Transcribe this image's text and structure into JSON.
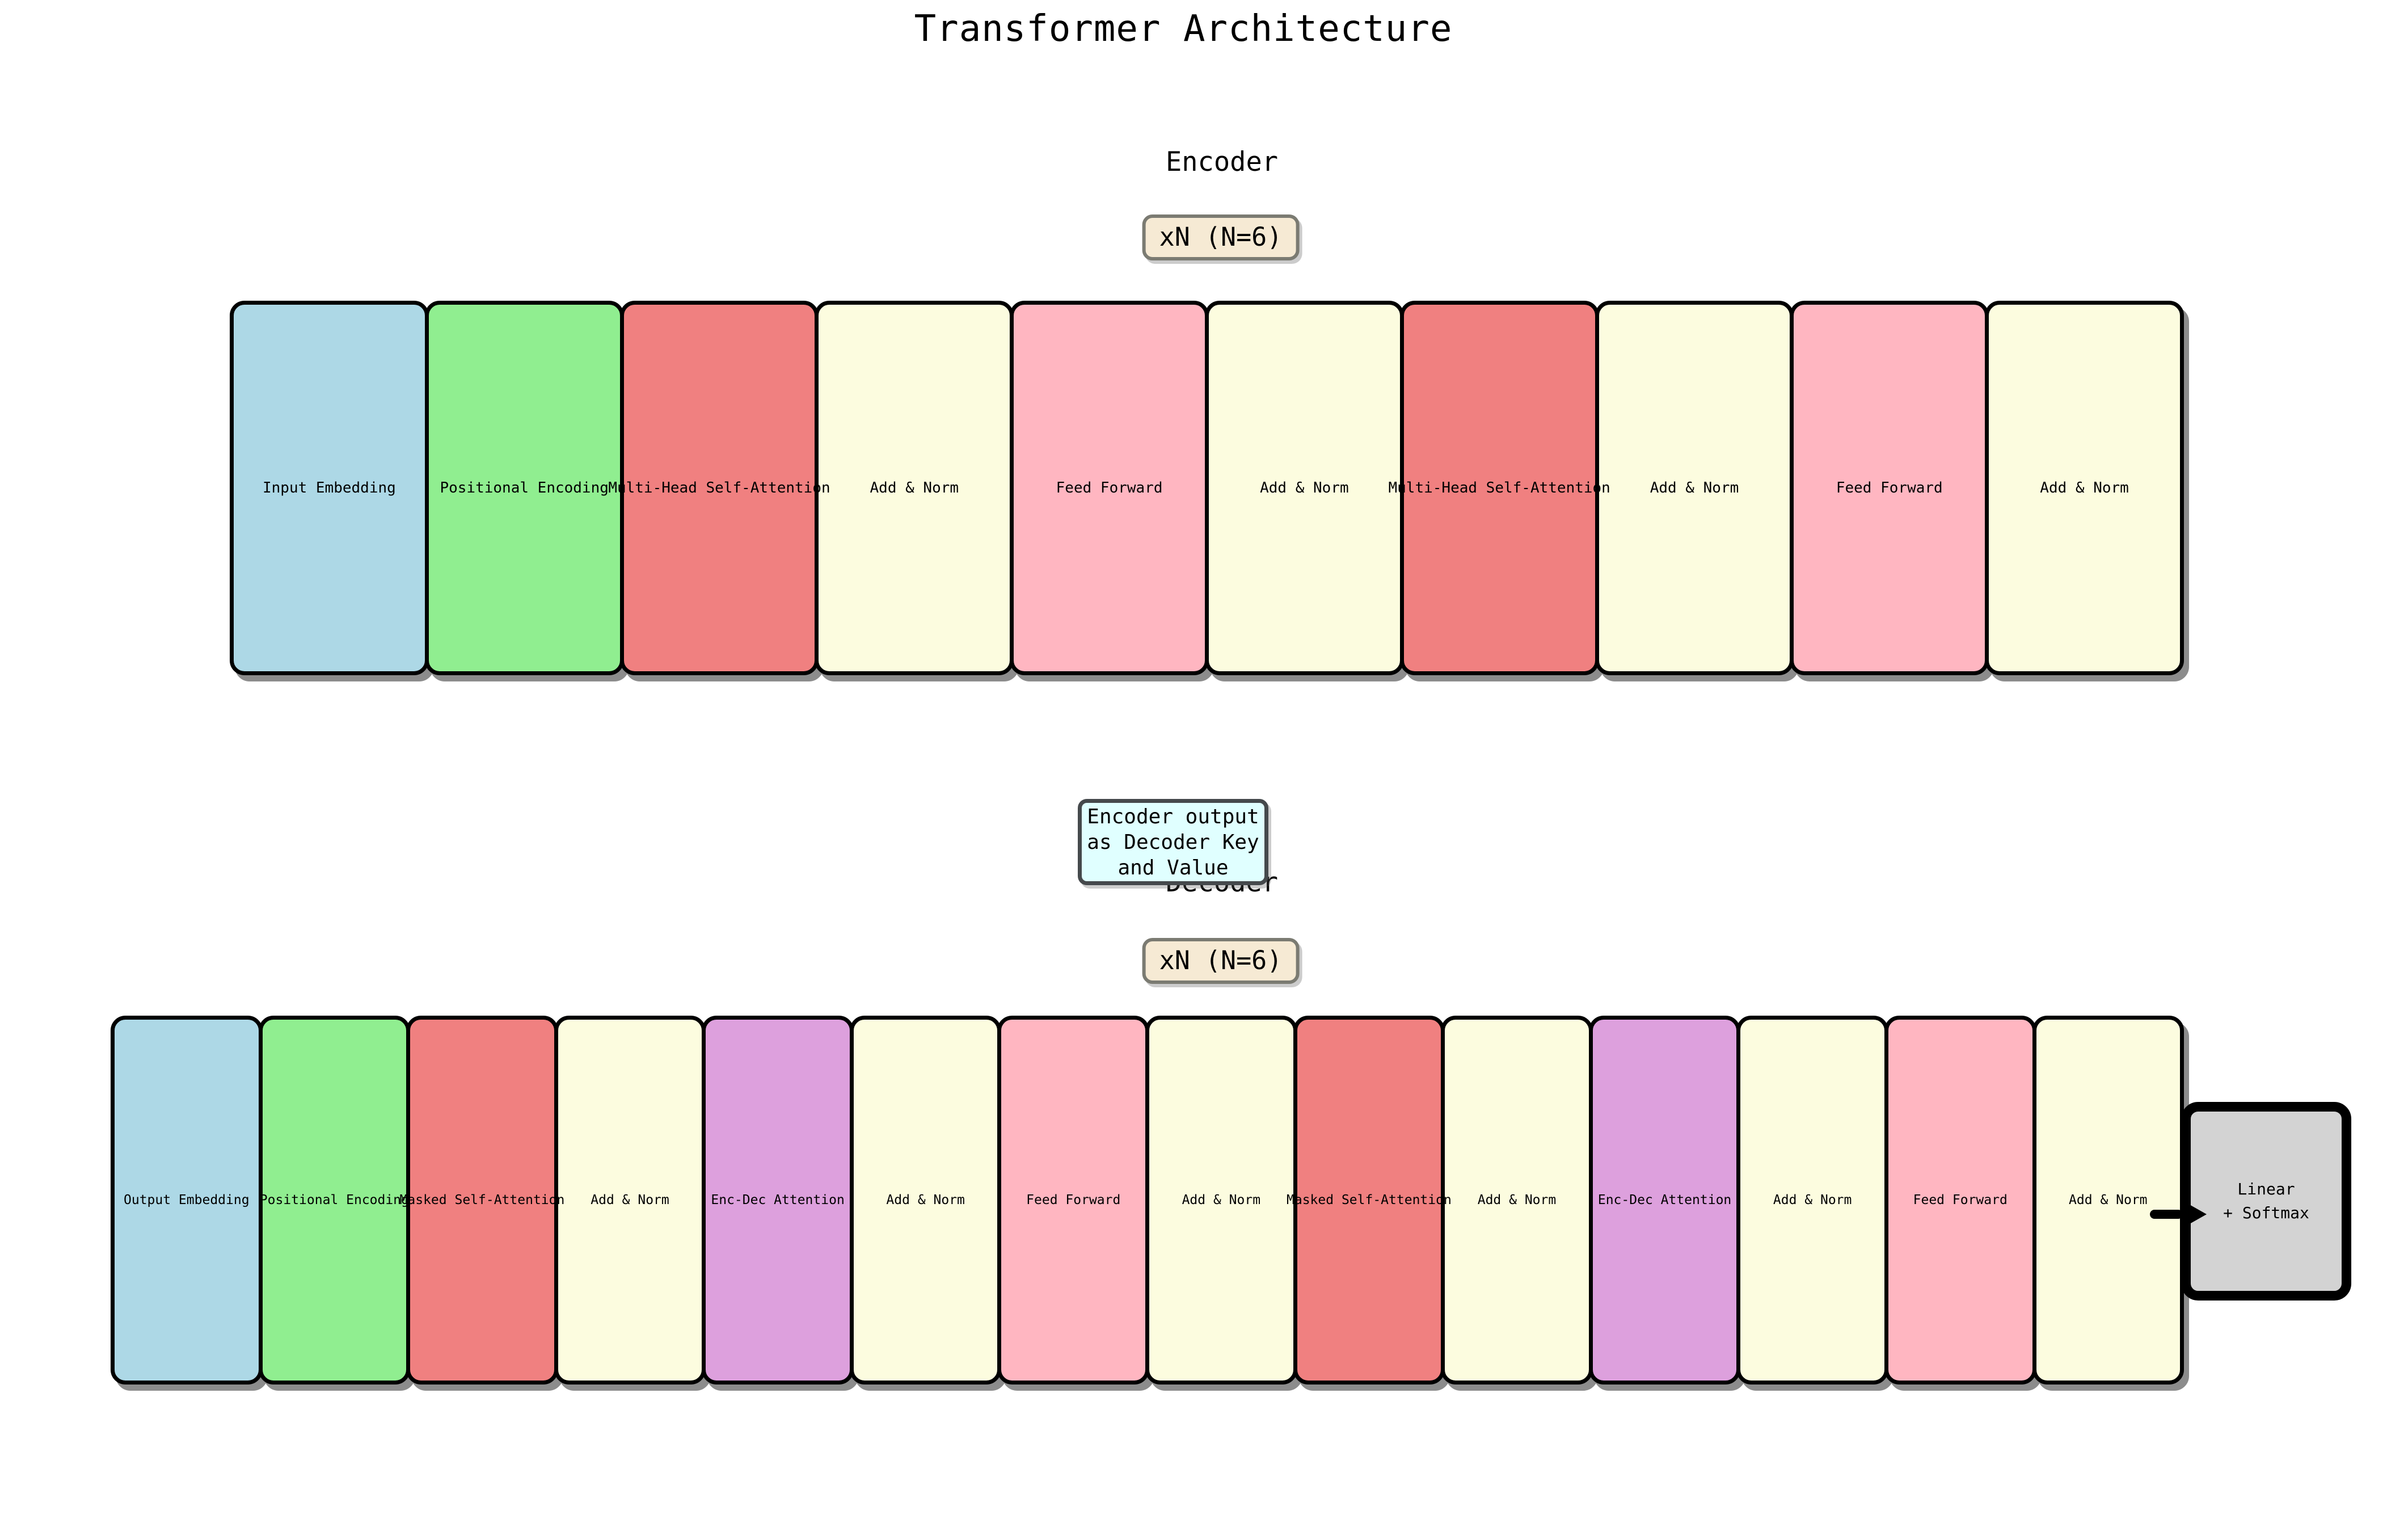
{
  "title": "Transformer Architecture",
  "encoder": {
    "heading": "Encoder",
    "repeat_badge": "xN (N=6)",
    "badge_background": "#F6EAD4",
    "blocks": [
      {
        "label": "Input Embedding",
        "color": "#ADD8E6"
      },
      {
        "label": "Positional Encoding",
        "color": "#90EE90"
      },
      {
        "label": "Multi-Head Self-Attention",
        "color": "#F08080"
      },
      {
        "label": "Add & Norm",
        "color": "#FCFCDF"
      },
      {
        "label": "Feed Forward",
        "color": "#FFB6C1"
      },
      {
        "label": "Add & Norm",
        "color": "#FCFCDF"
      },
      {
        "label": "Multi-Head Self-Attention",
        "color": "#F08080"
      },
      {
        "label": "Add & Norm",
        "color": "#FCFCDF"
      },
      {
        "label": "Feed Forward",
        "color": "#FFB6C1"
      },
      {
        "label": "Add & Norm",
        "color": "#FCFCDF"
      }
    ]
  },
  "connector_note": {
    "line1": "Encoder output",
    "line2": "as Decoder Key",
    "line3": "and Value",
    "background": "#E0FFFF"
  },
  "decoder": {
    "heading": "Decoder",
    "repeat_badge": "xN (N=6)",
    "badge_background": "#F6EAD4",
    "blocks": [
      {
        "label": "Output Embedding",
        "color": "#ADD8E6"
      },
      {
        "label": "Positional Encoding",
        "color": "#90EE90"
      },
      {
        "label": "Masked Self-Attention",
        "color": "#F08080"
      },
      {
        "label": "Add & Norm",
        "color": "#FCFCDF"
      },
      {
        "label": "Enc-Dec Attention",
        "color": "#DDA0DD"
      },
      {
        "label": "Add & Norm",
        "color": "#FCFCDF"
      },
      {
        "label": "Feed Forward",
        "color": "#FFB6C1"
      },
      {
        "label": "Add & Norm",
        "color": "#FCFCDF"
      },
      {
        "label": "Masked Self-Attention",
        "color": "#F08080"
      },
      {
        "label": "Add & Norm",
        "color": "#FCFCDF"
      },
      {
        "label": "Enc-Dec Attention",
        "color": "#DDA0DD"
      },
      {
        "label": "Add & Norm",
        "color": "#FCFCDF"
      },
      {
        "label": "Feed Forward",
        "color": "#FFB6C1"
      },
      {
        "label": "Add & Norm",
        "color": "#FCFCDF"
      }
    ]
  },
  "output_head": {
    "line1": "Linear",
    "line2": "+ Softmax",
    "background": "#D3D3D3"
  }
}
